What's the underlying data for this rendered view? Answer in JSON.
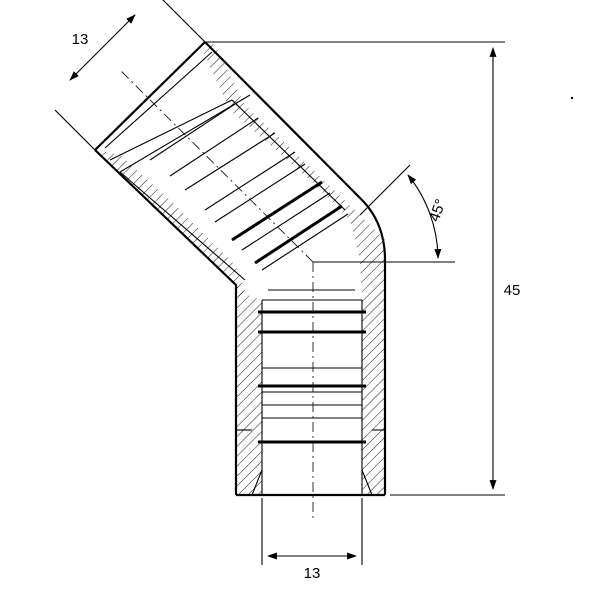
{
  "drawing": {
    "dimensions": {
      "top_diameter": "13",
      "height": "45",
      "bottom_diameter": "13",
      "angle": "45°"
    }
  }
}
